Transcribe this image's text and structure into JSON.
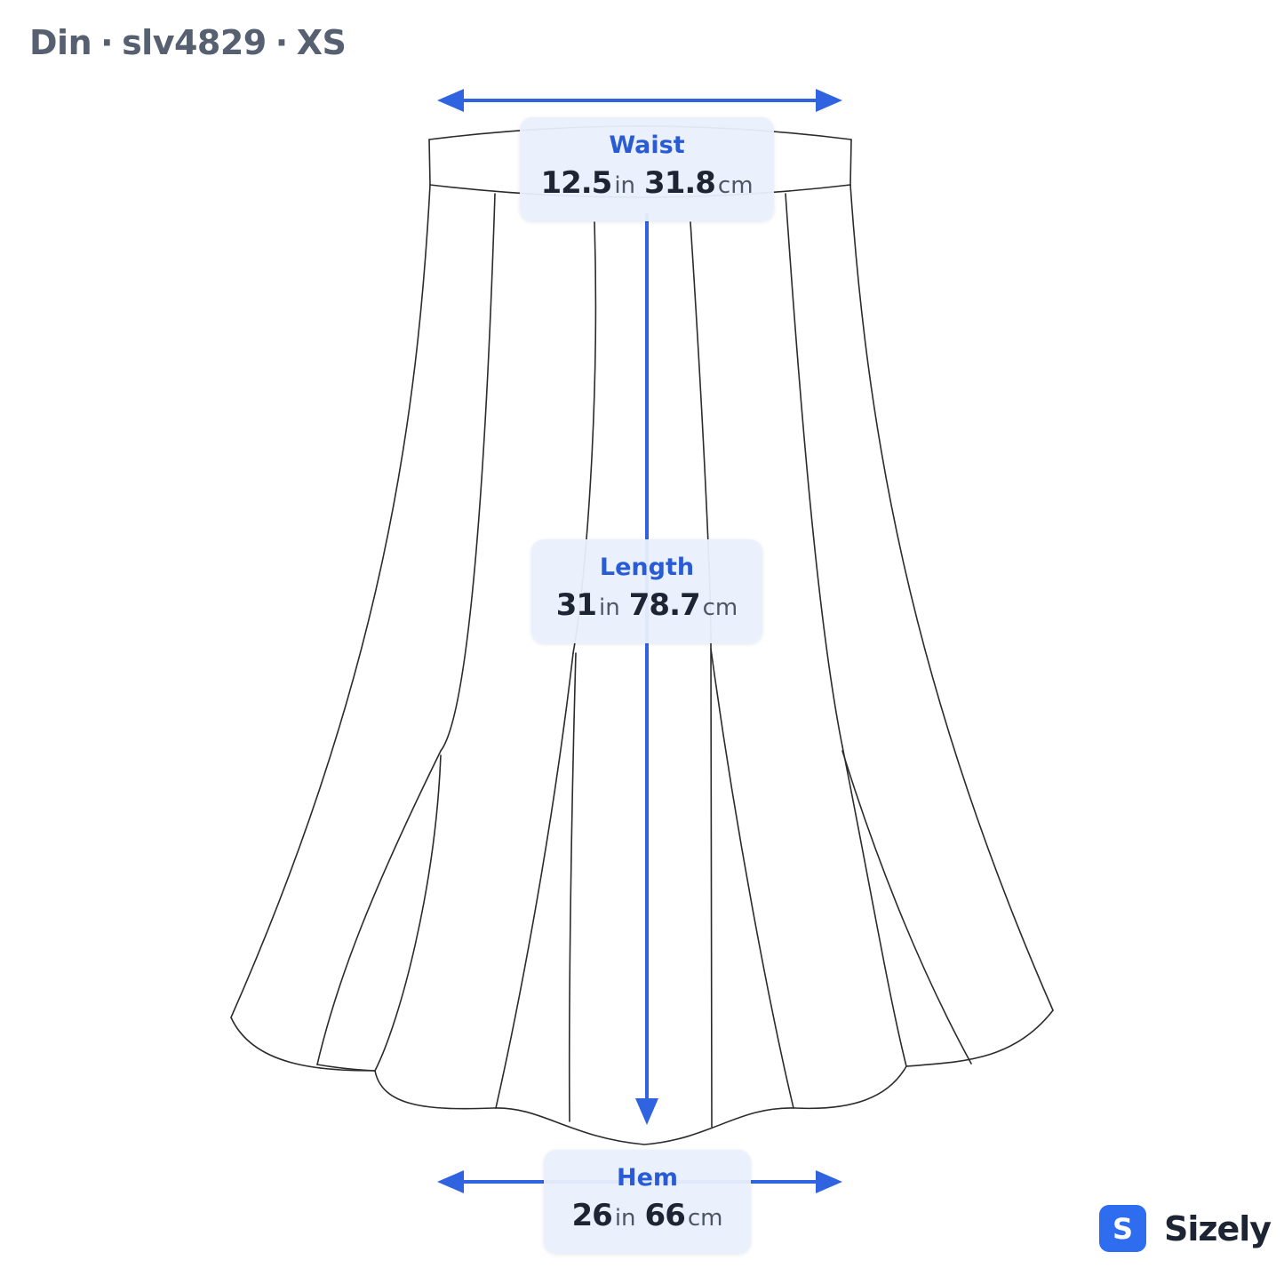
{
  "header": {
    "brand": "Din",
    "separator": "·",
    "sku": "slv4829",
    "size": "XS"
  },
  "colors": {
    "accent": "#2a5bd7",
    "arrow": "#2f63e0",
    "outline": "#2b2b2b",
    "label_bg": "#e9f0fc"
  },
  "measurements": {
    "waist": {
      "label": "Waist",
      "in": "12.5",
      "in_unit": "in",
      "cm": "31.8",
      "cm_unit": "cm"
    },
    "length": {
      "label": "Length",
      "in": "31",
      "in_unit": "in",
      "cm": "78.7",
      "cm_unit": "cm"
    },
    "hem": {
      "label": "Hem",
      "in": "26",
      "in_unit": "in",
      "cm": "66",
      "cm_unit": "cm"
    }
  },
  "logo": {
    "letter": "S",
    "name": "Sizely",
    "icon": "sizely-logo-icon"
  }
}
